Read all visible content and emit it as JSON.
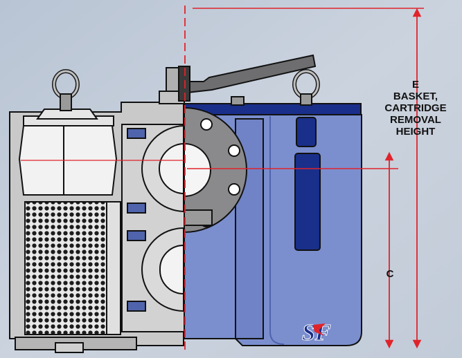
{
  "diagram": {
    "dimension_e": {
      "letter": "E",
      "lines": [
        "BASKET,",
        "CARTRIDGE",
        "REMOVAL",
        "HEIGHT"
      ]
    },
    "dimension_c": {
      "letter": "C"
    },
    "logo": {
      "icon": "sf-logo-icon",
      "text": "SF"
    },
    "colors": {
      "body_blue": "#7b8fcf",
      "body_blue_dark": "#4f64ad",
      "accent_navy": "#1a2f8a",
      "cutaway_gray": "#c9c9c9",
      "handle_gray": "#6e6e70",
      "dimension_red": "#e0232b",
      "mesh": "#1c1c1c"
    }
  }
}
